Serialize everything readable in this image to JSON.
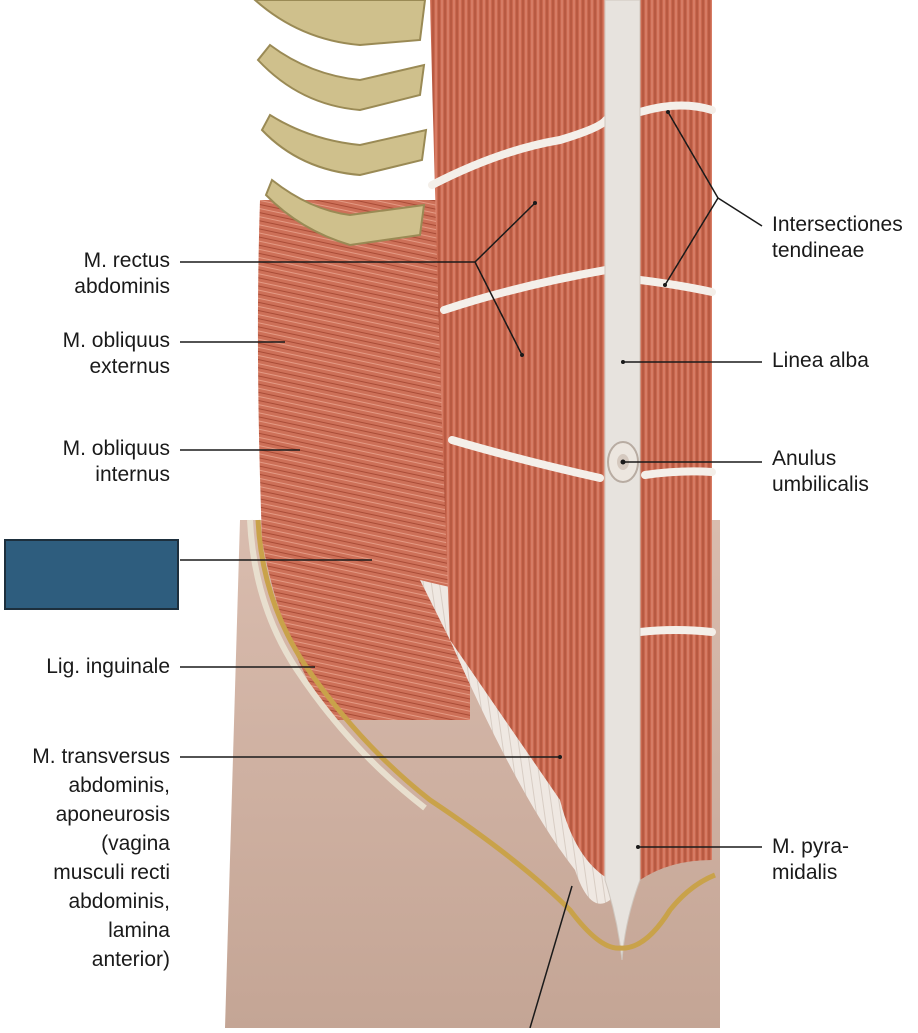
{
  "labels": {
    "rectus_abdominis": "M. rectus\nabdominis",
    "obliquus_externus": "M. obliquus\nexternus",
    "obliquus_internus": "M. obliquus\ninternus",
    "lig_inguinale": "Lig. inguinale",
    "transversus_abdominis": "M. transversus\nabdominis,\naponeurosis\n(vagina\nmusculi recti\nabdominis,\nlamina\nanterior)",
    "intersectiones": "Intersectiones\ntendineae",
    "linea_alba": "Linea alba",
    "anulus_umbilicalis": "Anulus\numbilicalis",
    "pyramidalis": "M. pyra-\nmidalis"
  },
  "colors": {
    "muscle": "#c8674e",
    "muscle_light": "#e0907a",
    "tendon": "#e9e4dc",
    "skin": "#cdb2a4",
    "rib": "#cdbf8a",
    "mask": "#2e5d7e"
  }
}
